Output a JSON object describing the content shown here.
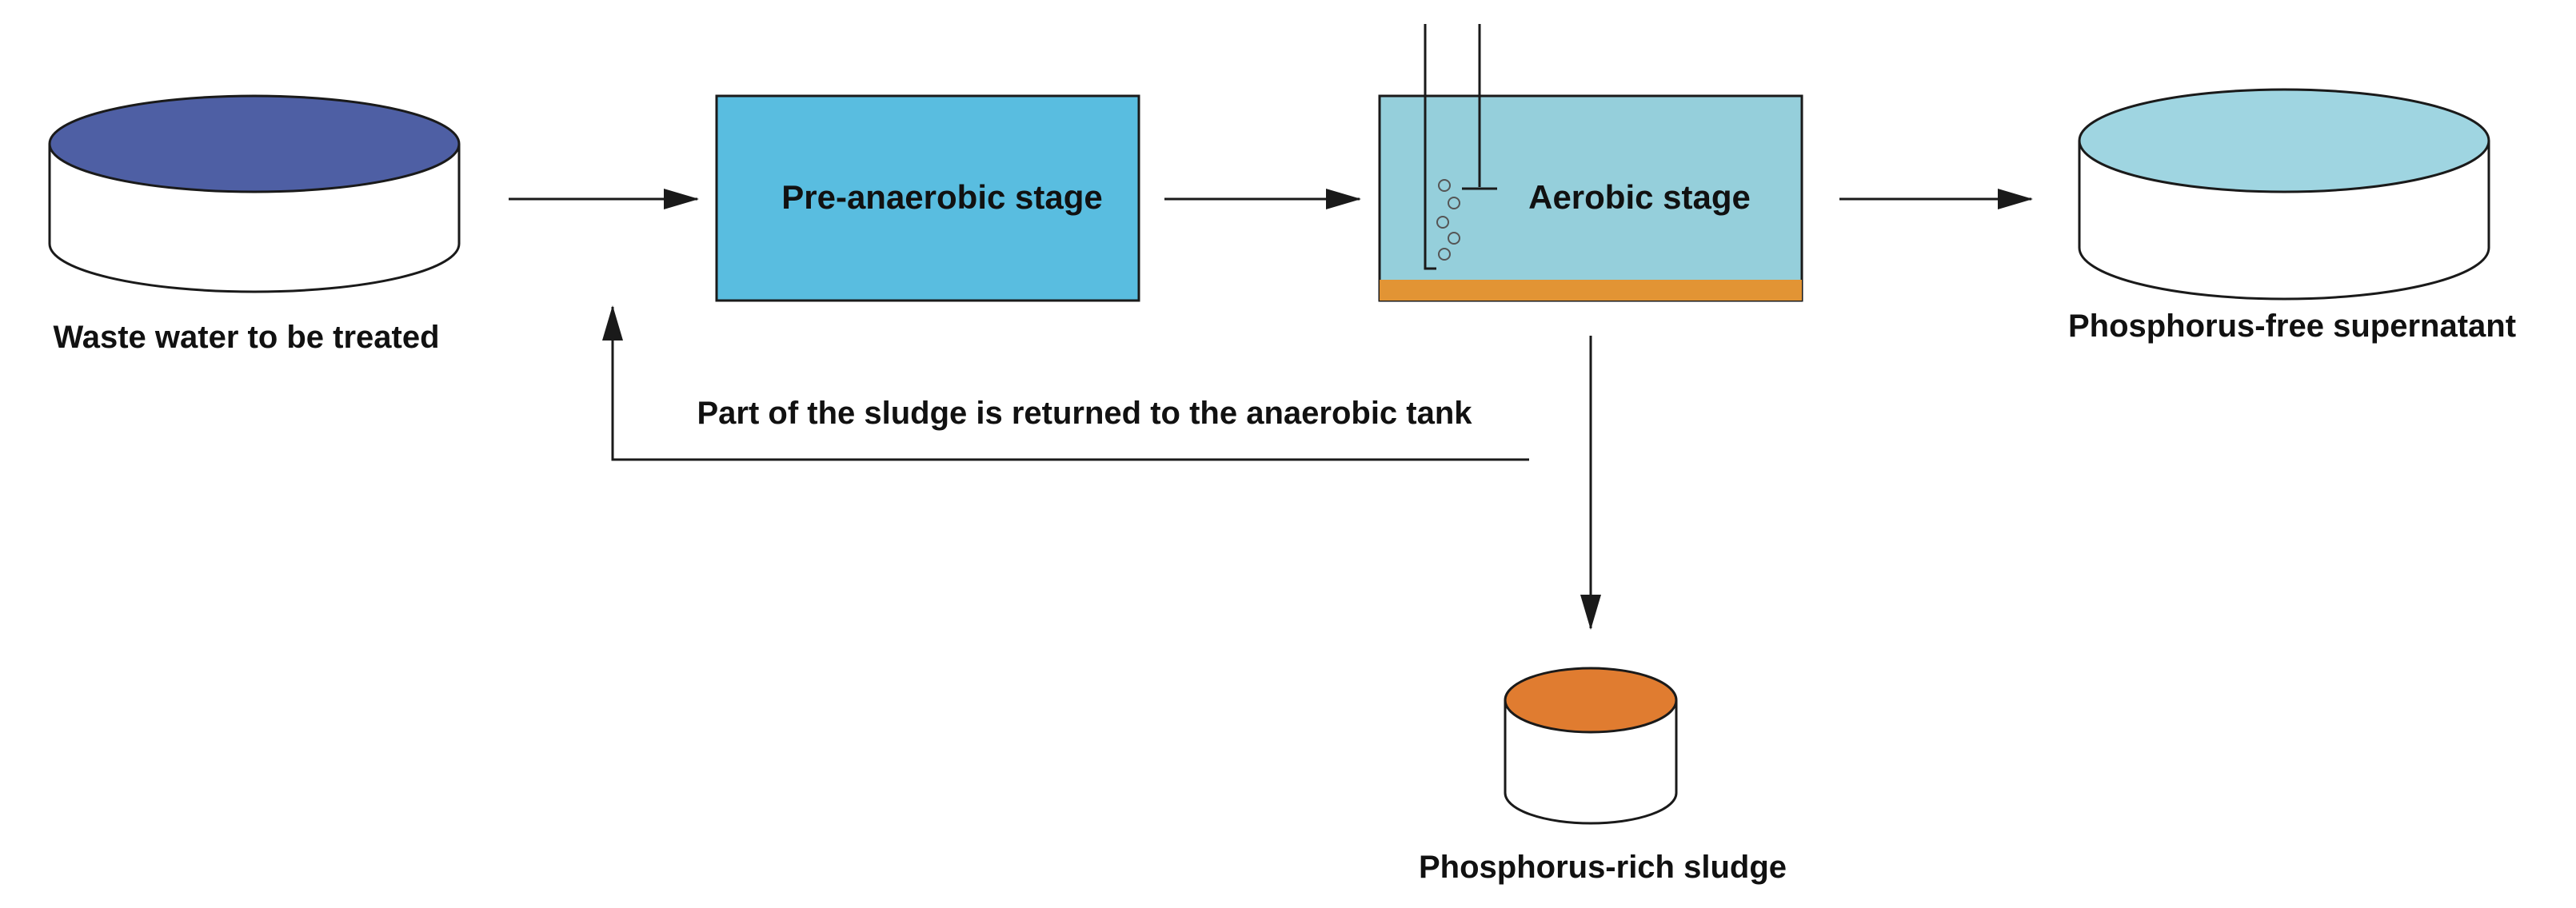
{
  "labels": {
    "wastewater": "Waste water to be treated",
    "pre_anaerobic": "Pre-anaerobic stage",
    "aerobic": "Aerobic stage",
    "supernatant": "Phosphorus-free supernatant",
    "return_sludge": "Part of the sludge is returned to the anaerobic tank",
    "rich_sludge": "Phosphorus-rich sludge"
  },
  "colors": {
    "wastewater_top": "#4e5fa4",
    "pre_anaerobic_fill": "#59bde0",
    "aerobic_fill": "#95cfdb",
    "aerobic_sediment": "#e29434",
    "supernatant_top": "#9fd5e1",
    "rich_sludge_top": "#e07c30",
    "stroke": "#1a1a1a"
  }
}
